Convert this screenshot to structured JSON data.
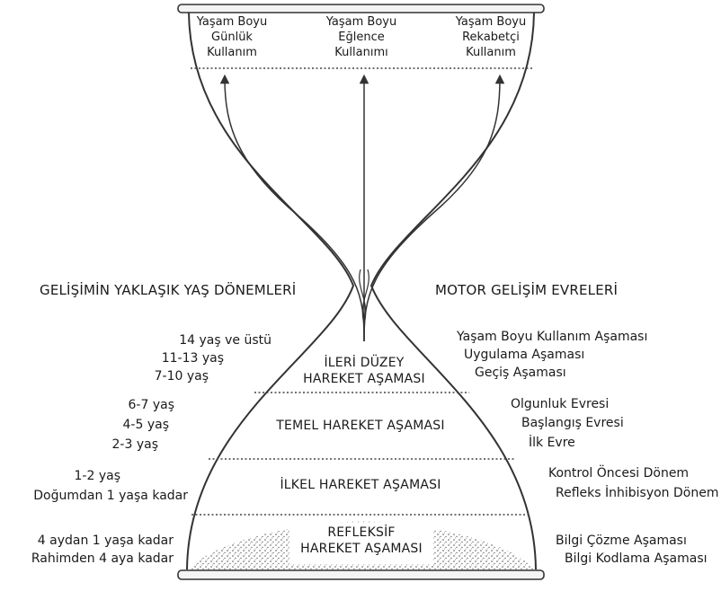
{
  "top_outcomes": [
    {
      "line1": "Yaşam Boyu",
      "line2": "Günlük",
      "line3": "Kullanım"
    },
    {
      "line1": "Yaşam Boyu",
      "line2": "Eğlence",
      "line3": "Kullanımı"
    },
    {
      "line1": "Yaşam Boyu",
      "line2": "Rekabetçi",
      "line3": "Kullanım"
    }
  ],
  "left_heading": "GELİŞİMİN YAKLAŞIK YAŞ DÖNEMLERİ",
  "right_heading": "MOTOR GELİŞİM EVRELERİ",
  "stages": [
    {
      "line1": "İLERİ DÜZEY",
      "line2": "HAREKET AŞAMASI"
    },
    {
      "line1": "TEMEL HAREKET AŞAMASI",
      "line2": ""
    },
    {
      "line1": "İLKEL HAREKET AŞAMASI",
      "line2": ""
    },
    {
      "line1": "REFLEKSİF",
      "line2": "HAREKET AŞAMASI"
    }
  ],
  "ages": [
    "14 yaş ve üstü",
    "11-13 yaş",
    "7-10 yaş",
    "6-7 yaş",
    "4-5 yaş",
    "2-3 yaş",
    "1-2 yaş",
    "Doğumdan 1 yaşa kadar",
    "4 aydan 1 yaşa kadar",
    "Rahimden 4 aya kadar"
  ],
  "phases": [
    "Yaşam Boyu Kullanım Aşaması",
    "Uygulama Aşaması",
    "Geçiş Aşaması",
    "Olgunluk Evresi",
    "Başlangış Evresi",
    "İlk Evre",
    "Kontrol Öncesi Dönem",
    "Refleks İnhibisyon Dönem",
    "Bilgi Çözme Aşaması",
    "Bilgi Kodlama Aşaması"
  ]
}
